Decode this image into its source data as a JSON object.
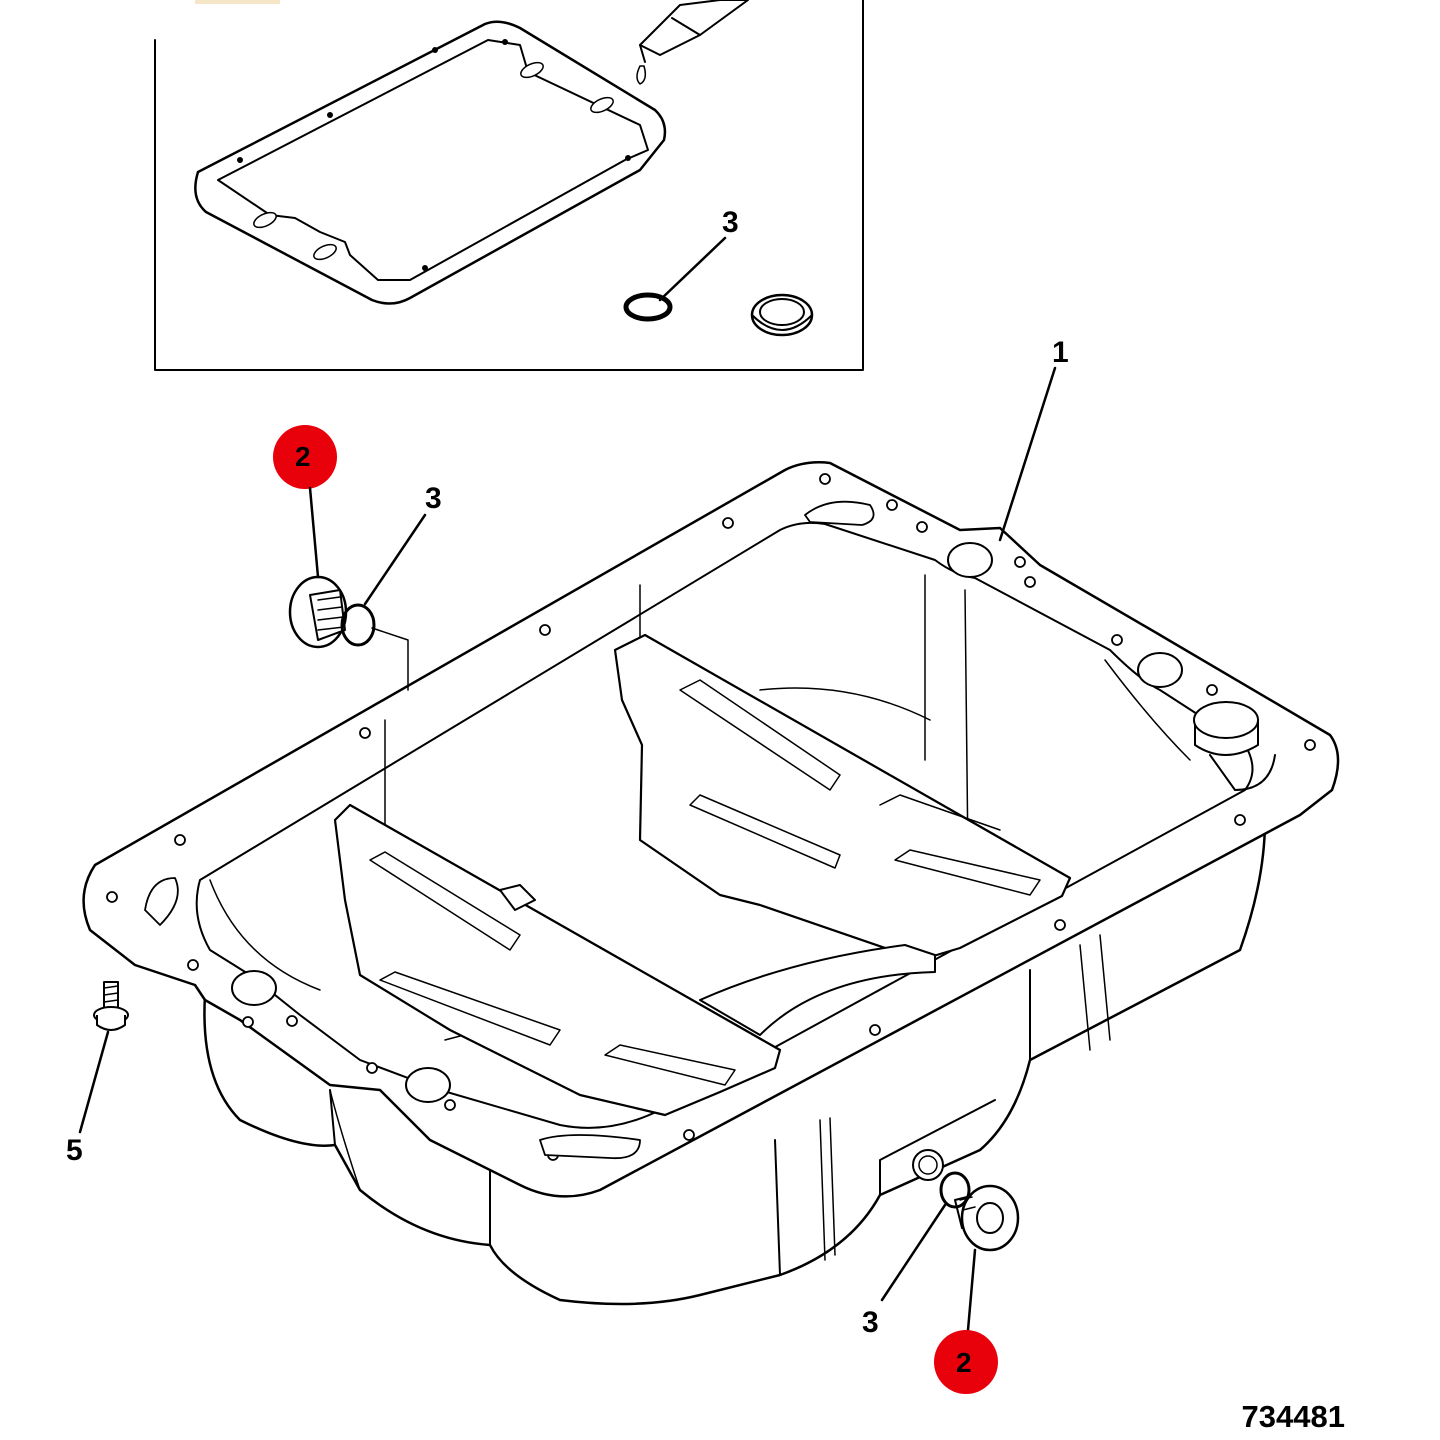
{
  "diagram": {
    "figure_number": "734481",
    "callouts": {
      "pan": "1",
      "plug_top": "2",
      "washer_top": "3",
      "washer_inset": "3",
      "washer_bottom": "3",
      "plug_bottom": "2",
      "bolt": "5"
    },
    "highlight_color": "#e8000b",
    "line_color": "#000000",
    "background": "#ffffff"
  }
}
